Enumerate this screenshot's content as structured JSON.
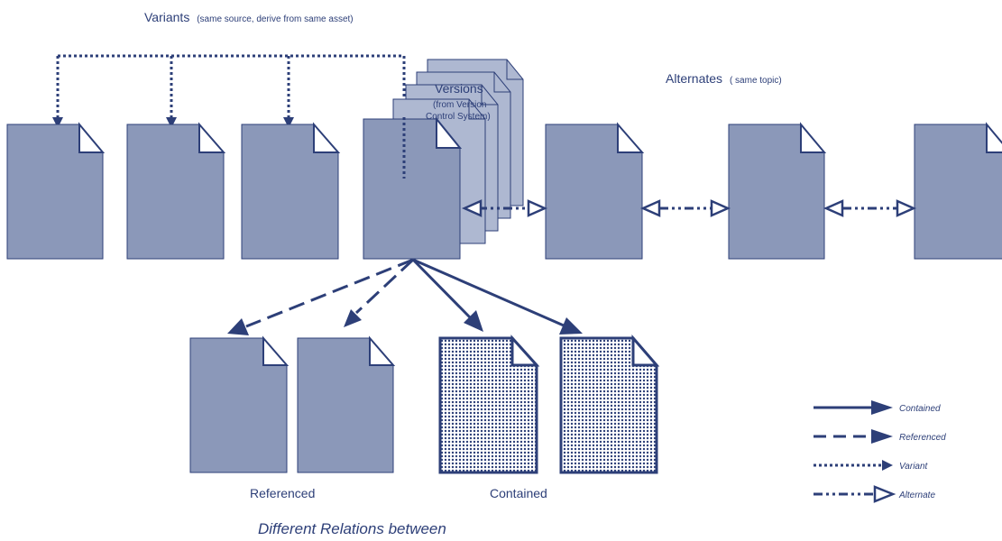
{
  "colors": {
    "doc_fill": "#8b98b9",
    "stroke": "#2d3f78",
    "text": "#2d3f78",
    "version_fill": "#aeb8d1",
    "dotted_fill": "#c5cbe0"
  },
  "labels": {
    "variants_title": "Variants",
    "variants_note": "(same source, derive from same asset)",
    "versions_title": "Versions",
    "versions_note_1": "(from Version",
    "versions_note_2": "Control System)",
    "alternates_title": "Alternates",
    "alternates_note": "( same topic)",
    "referenced_group": "Referenced",
    "contained_group": "Contained",
    "caption": "Different Relations between"
  },
  "legend": [
    {
      "style": "contained",
      "label": "Contained"
    },
    {
      "style": "referenced",
      "label": "Referenced"
    },
    {
      "style": "variant",
      "label": "Variant"
    },
    {
      "style": "alternate",
      "label": "Alternate"
    }
  ]
}
